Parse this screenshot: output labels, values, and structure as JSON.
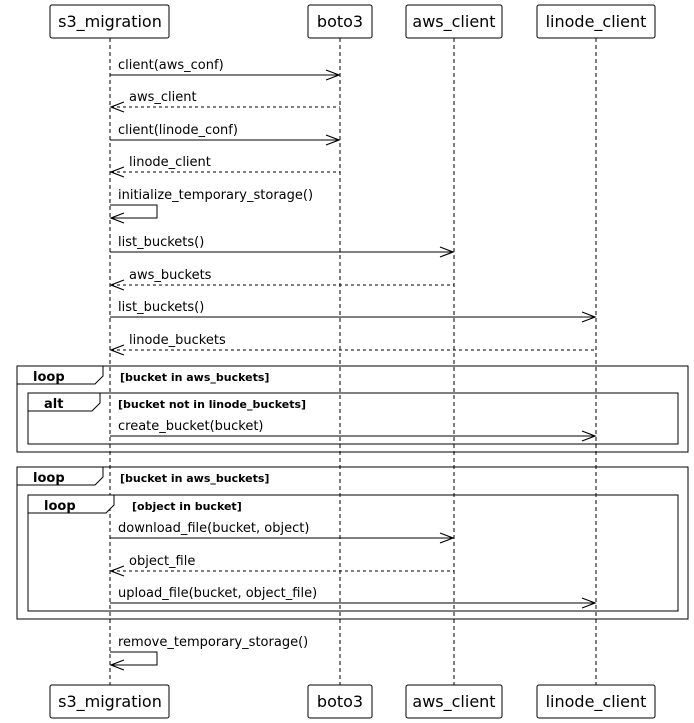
{
  "participants": [
    {
      "id": "s3_migration",
      "label": "s3_migration"
    },
    {
      "id": "boto3",
      "label": "boto3"
    },
    {
      "id": "aws_client",
      "label": "aws_client"
    },
    {
      "id": "linode_client",
      "label": "linode_client"
    }
  ],
  "messages": [
    {
      "from": "s3_migration",
      "to": "boto3",
      "label": "client(aws_conf)",
      "kind": "sync"
    },
    {
      "from": "boto3",
      "to": "s3_migration",
      "label": "aws_client",
      "kind": "return"
    },
    {
      "from": "s3_migration",
      "to": "boto3",
      "label": "client(linode_conf)",
      "kind": "sync"
    },
    {
      "from": "boto3",
      "to": "s3_migration",
      "label": "linode_client",
      "kind": "return"
    },
    {
      "from": "s3_migration",
      "to": "s3_migration",
      "label": "initialize_temporary_storage()",
      "kind": "self"
    },
    {
      "from": "s3_migration",
      "to": "aws_client",
      "label": "list_buckets()",
      "kind": "sync"
    },
    {
      "from": "aws_client",
      "to": "s3_migration",
      "label": "aws_buckets",
      "kind": "return"
    },
    {
      "from": "s3_migration",
      "to": "linode_client",
      "label": "list_buckets()",
      "kind": "sync"
    },
    {
      "from": "linode_client",
      "to": "s3_migration",
      "label": "linode_buckets",
      "kind": "return"
    },
    {
      "from": "s3_migration",
      "to": "linode_client",
      "label": "create_bucket(bucket)",
      "kind": "sync"
    },
    {
      "from": "s3_migration",
      "to": "aws_client",
      "label": "download_file(bucket, object)",
      "kind": "sync"
    },
    {
      "from": "aws_client",
      "to": "s3_migration",
      "label": "object_file",
      "kind": "return"
    },
    {
      "from": "s3_migration",
      "to": "linode_client",
      "label": "upload_file(bucket, object_file)",
      "kind": "sync"
    },
    {
      "from": "s3_migration",
      "to": "s3_migration",
      "label": "remove_temporary_storage()",
      "kind": "self"
    }
  ],
  "fragments": [
    {
      "operator": "loop",
      "guard": "[bucket in aws_buckets]"
    },
    {
      "operator": "alt",
      "guard": "[bucket not in linode_buckets]"
    },
    {
      "operator": "loop",
      "guard": "[bucket in aws_buckets]"
    },
    {
      "operator": "loop",
      "guard": "[object in bucket]"
    }
  ]
}
